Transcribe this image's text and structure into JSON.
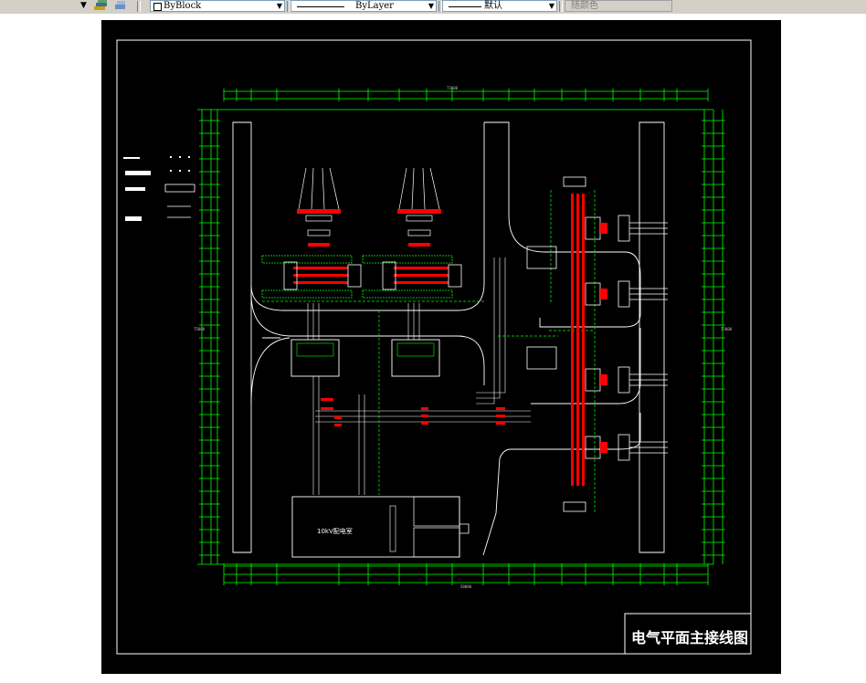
{
  "toolbar": {
    "layer_combo_value": "",
    "color_combo_value": "ByBlock",
    "linetype_combo_value": "ByLayer",
    "lineweight_combo_value": "默认",
    "plotstyle_combo_value": "随颜色"
  },
  "drawing": {
    "title": "电气平面主接线图",
    "substation_label": "10kV配电室",
    "total_width_dim": "50000",
    "overall_dim_top": "73000",
    "left_height_dim": "75000",
    "right_height_dim": "75000"
  },
  "colors": {
    "background": "#000000",
    "frame": "#ffffff",
    "dimension": "#00ff00",
    "busbar": "#ff0000",
    "cable": "#ffffff",
    "road": "#ffffff"
  }
}
